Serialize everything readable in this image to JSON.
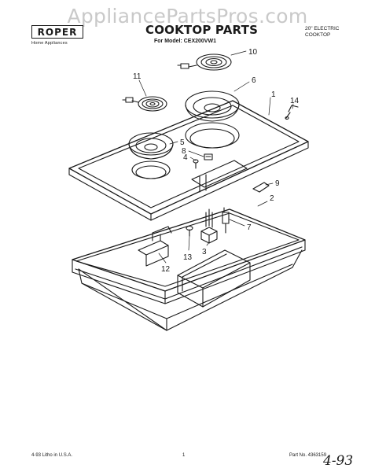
{
  "watermark": "AppliancePartsPros.com",
  "brand": {
    "name": "ROPER",
    "subtitle": "Home Appliances"
  },
  "header": {
    "title": "COOKTOP PARTS",
    "model": "For Model: CEX200VW1"
  },
  "spec": {
    "line1": "20\" ELECTRIC",
    "line2": "COOKTOP"
  },
  "callouts": [
    "1",
    "2",
    "3",
    "4",
    "5",
    "6",
    "7",
    "8",
    "9",
    "10",
    "11",
    "12",
    "13",
    "14"
  ],
  "footer": {
    "left": "4-93  Litho in U.S.A.",
    "page": "1",
    "part": "Part No. 4363159"
  },
  "handwritten_note": "4-93",
  "colors": {
    "ink": "#1a1a1a",
    "watermark": "#c9c9c9",
    "background": "#ffffff"
  }
}
